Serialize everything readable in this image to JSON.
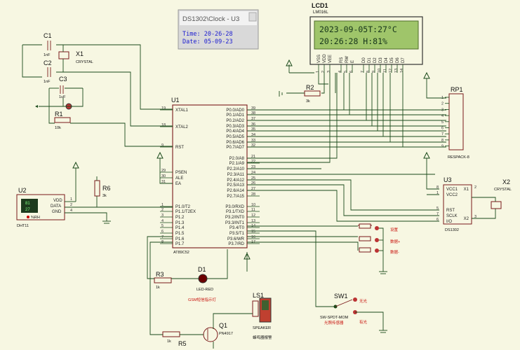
{
  "popup": {
    "title": "DS1302\\Clock - U3",
    "time": "Time: 20-26-28",
    "date": "Date: 05-09-23"
  },
  "lcd1": {
    "ref": "LCD1",
    "model": "LM016L",
    "line1": "2023-09-05T:27°C",
    "line2": "20:26:28 H:81%",
    "pins": [
      "VSS",
      "VDD",
      "VEE",
      "RS",
      "RW",
      "E",
      "D0",
      "D1",
      "D2",
      "D3",
      "D4",
      "D5",
      "D6",
      "D7"
    ],
    "pin_nums": [
      "1",
      "2",
      "3",
      "4",
      "5",
      "6",
      "7",
      "8",
      "9",
      "10",
      "11",
      "12",
      "13",
      "14"
    ]
  },
  "u1": {
    "ref": "U1",
    "model": "AT89C52",
    "left_pins": [
      [
        "19",
        "XTAL1"
      ],
      [
        "18",
        "XTAL2"
      ],
      [
        "9",
        "RST"
      ],
      [
        "29",
        "PSEN"
      ],
      [
        "30",
        "ALE"
      ],
      [
        "31",
        "EA"
      ],
      [
        "1",
        "P1.0/T2"
      ],
      [
        "2",
        "P1.1/T2EX"
      ],
      [
        "3",
        "P1.2"
      ],
      [
        "4",
        "P1.3"
      ],
      [
        "5",
        "P1.4"
      ],
      [
        "6",
        "P1.5"
      ],
      [
        "7",
        "P1.6"
      ],
      [
        "8",
        "P1.7"
      ]
    ],
    "right_pins": [
      [
        "39",
        "P0.0/AD0"
      ],
      [
        "38",
        "P0.1/AD1"
      ],
      [
        "37",
        "P0.2/AD2"
      ],
      [
        "36",
        "P0.3/AD3"
      ],
      [
        "35",
        "P0.4/AD4"
      ],
      [
        "34",
        "P0.5/AD5"
      ],
      [
        "33",
        "P0.6/AD6"
      ],
      [
        "32",
        "P0.7/AD7"
      ],
      [
        "21",
        "P2.0/A8"
      ],
      [
        "22",
        "P2.1/A9"
      ],
      [
        "23",
        "P2.2/A10"
      ],
      [
        "24",
        "P2.3/A11"
      ],
      [
        "25",
        "P2.4/A12"
      ],
      [
        "26",
        "P2.5/A13"
      ],
      [
        "27",
        "P2.6/A14"
      ],
      [
        "28",
        "P2.7/A15"
      ],
      [
        "10",
        "P3.0/RXD"
      ],
      [
        "11",
        "P3.1/TXD"
      ],
      [
        "12",
        "P3.2/INT0"
      ],
      [
        "13",
        "P3.3/INT1"
      ],
      [
        "14",
        "P3.4/T0"
      ],
      [
        "15",
        "P3.5/T1"
      ],
      [
        "16",
        "P3.6/WR"
      ],
      [
        "17",
        "P3.7/RD"
      ]
    ]
  },
  "c1": {
    "ref": "C1",
    "value": "1nF"
  },
  "c2": {
    "ref": "C2",
    "value": "1nF"
  },
  "c3": {
    "ref": "C3",
    "value": "1uF"
  },
  "x1": {
    "ref": "X1",
    "value": "CRYSTAL"
  },
  "r1": {
    "ref": "R1",
    "value": "10k"
  },
  "r2": {
    "ref": "R2",
    "value": "3k"
  },
  "r3": {
    "ref": "R3",
    "value": "1k"
  },
  "r5": {
    "ref": "R5",
    "value": "1k"
  },
  "r6": {
    "ref": "R6",
    "value": "3k"
  },
  "rp1": {
    "ref": "RP1",
    "value": "RESPACK-8",
    "pins": [
      "1",
      "2",
      "3",
      "4",
      "5",
      "6",
      "7",
      "8",
      "9"
    ]
  },
  "u2": {
    "ref": "U2",
    "model": "DHT11",
    "pins": [
      "VDD",
      "DATA",
      "GND"
    ],
    "pin_nums": [
      "1",
      "2",
      "4"
    ],
    "temp": "81",
    "hum": "27",
    "unit": "%RH"
  },
  "u3": {
    "ref": "U3",
    "model": "DS1302",
    "left_pins": [
      [
        "8",
        "VCC1"
      ],
      [
        "1",
        "VCC2"
      ],
      [
        "5",
        "RST"
      ],
      [
        "7",
        "SCLK"
      ],
      [
        "6",
        "I/O"
      ]
    ],
    "right_pins": [
      [
        "2",
        "X1"
      ],
      [
        "3",
        "X2"
      ]
    ]
  },
  "x2": {
    "ref": "X2",
    "value": "CRYSTAL"
  },
  "d1": {
    "ref": "D1",
    "value": "LED-RED",
    "note": "GSM短信指示灯"
  },
  "ls1": {
    "ref": "LS1",
    "value": "SPEAKER",
    "note": "蜂鸣器报警"
  },
  "q1": {
    "ref": "Q1",
    "value": "PN4917"
  },
  "sw1": {
    "ref": "SW1",
    "value": "SW-SPDT-MOM",
    "note": "光照传感器",
    "opt1": "无光",
    "opt2": "有光"
  },
  "buttons": [
    "设置",
    "数据+",
    "数据-"
  ],
  "colors": {
    "wire": "#1a4a1a",
    "component": "#7a1a1a",
    "pin_text": "#c8100a",
    "background": "#f7f7e2",
    "popup_text": "#1b1bd0"
  }
}
